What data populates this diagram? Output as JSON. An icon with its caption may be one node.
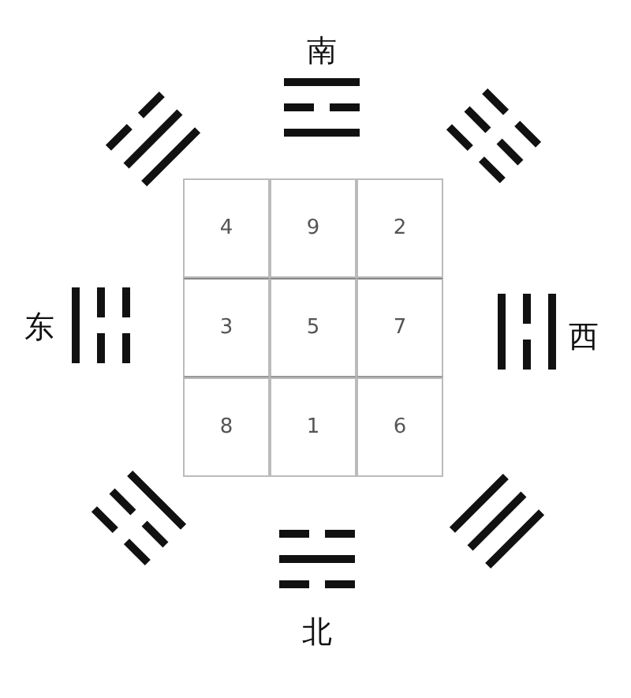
{
  "diagram": {
    "labels": [
      "南",
      "4",
      "9",
      "2",
      "东",
      "3",
      "5",
      "7",
      "西",
      "8",
      "1",
      "6",
      "北"
    ]
  }
}
